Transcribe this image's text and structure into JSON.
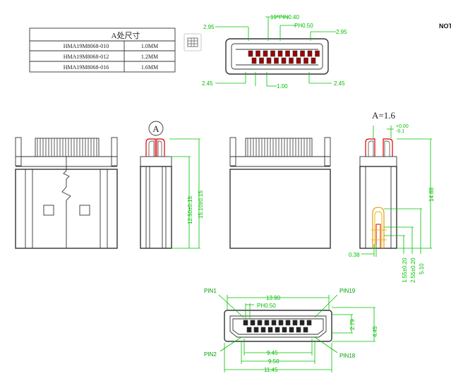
{
  "note": "NOT",
  "table": {
    "header": "A处尺寸",
    "rows": [
      {
        "part": "HMA19M8068-010",
        "size": "1.0MM"
      },
      {
        "part": "HMA19M8068-012",
        "size": "1.2MM"
      },
      {
        "part": "HMA19M8068-016",
        "size": "1.6MM"
      }
    ]
  },
  "front_view": {
    "dim_left_top": "2.95",
    "dim_pins": "19*PIN0.40",
    "dim_pitch": "PH0.50",
    "dim_right_top": "2.95",
    "dim_left_bottom": "2.45",
    "dim_center_bottom": "1.00",
    "dim_right_bottom": "2.45"
  },
  "side_view": {
    "callout": "A",
    "dim_inner": "12.50±0.15",
    "dim_outer": "15.10±0.15"
  },
  "detail_view": {
    "label": "A=1.6",
    "tol_plus": "+0.00",
    "tol_minus": "-0.1",
    "dim_height": "14.88",
    "dim_left": "0.38",
    "dim_a": "1.55±0.20",
    "dim_b": "2.55±0.20",
    "dim_c": "5.10"
  },
  "socket_view": {
    "pin1": "PIN1",
    "pin19": "PIN19",
    "pin2": "PIN2",
    "pin18": "PIN18",
    "dim_top": "13.90",
    "dim_pitch": "PH0.50",
    "dim_right_small": "2.79",
    "dim_right_large": "4.45",
    "dim_b1": "9.45",
    "dim_b2": "9.50",
    "dim_b3": "11.45"
  }
}
